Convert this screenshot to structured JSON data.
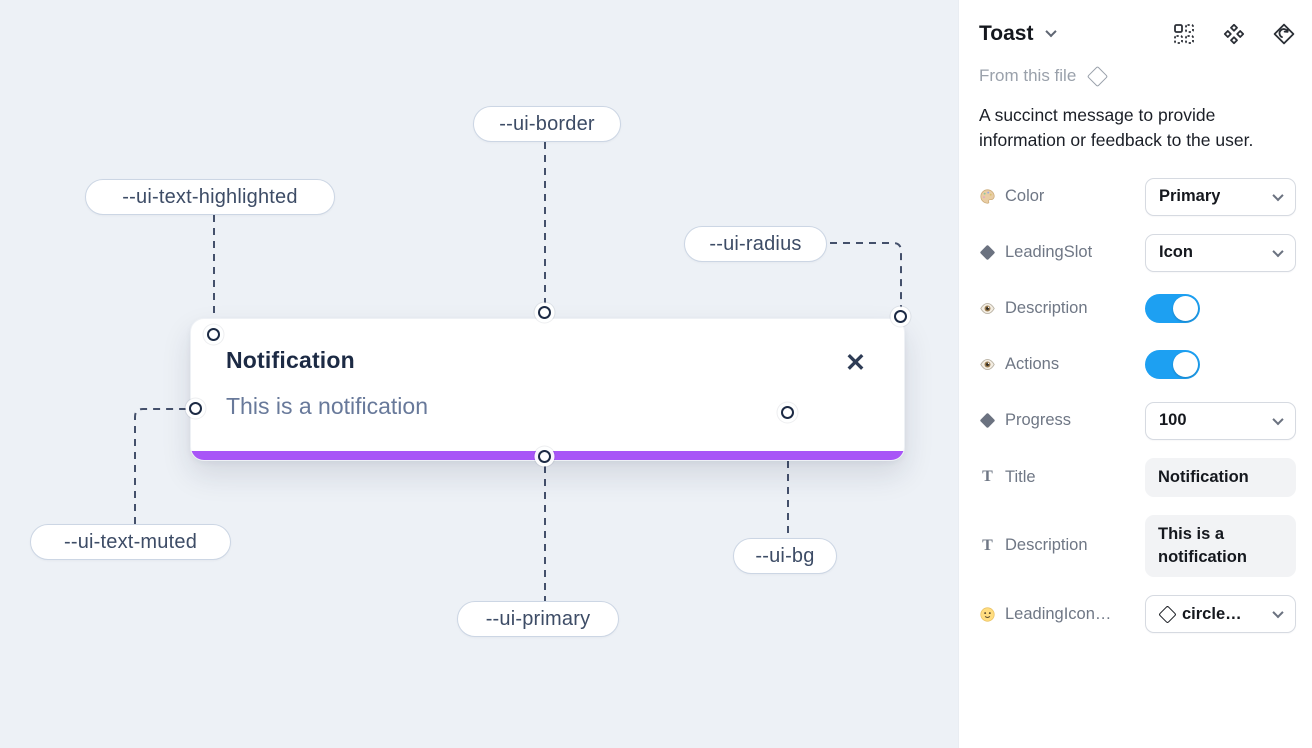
{
  "canvas": {
    "background": "#edf1f6",
    "toast": {
      "title": "Notification",
      "description": "This is a notification",
      "close_icon": "close-icon",
      "close_glyph": "✕",
      "progress_color": "#a855f7"
    },
    "variable_labels": [
      {
        "text": "--ui-text-highlighted"
      },
      {
        "text": "--ui-border"
      },
      {
        "text": "--ui-radius"
      },
      {
        "text": "--ui-text-muted"
      },
      {
        "text": "--ui-primary"
      },
      {
        "text": "--ui-bg"
      }
    ]
  },
  "panel": {
    "title": "Toast",
    "header_icons": [
      "instance-grid-icon",
      "component-icon",
      "swap-instance-icon"
    ],
    "source_label": "From this file",
    "source_icon": "diamond-outline-icon",
    "description": "A succinct message to provide information or feedback to the user.",
    "toggle_color": "#1da0f2",
    "properties": [
      {
        "icon": "palette-icon",
        "label": "Color",
        "control": "select",
        "value": "Primary"
      },
      {
        "icon": "diamond-icon",
        "label": "LeadingSlot",
        "control": "select",
        "value": "Icon"
      },
      {
        "icon": "eye-icon",
        "label": "Description",
        "control": "toggle",
        "state": "on"
      },
      {
        "icon": "eye-icon",
        "label": "Actions",
        "control": "toggle",
        "state": "on"
      },
      {
        "icon": "diamond-icon",
        "label": "Progress",
        "control": "select",
        "value": "100"
      },
      {
        "icon": "text-icon",
        "label": "Title",
        "control": "text",
        "value": "Notification"
      },
      {
        "icon": "text-icon",
        "label": "Description",
        "control": "text",
        "value": "This is a notification"
      },
      {
        "icon": "smiley-icon",
        "label": "LeadingIcon…",
        "control": "select",
        "value": "circle…",
        "value_icon": "diamond-outline-icon"
      }
    ]
  }
}
